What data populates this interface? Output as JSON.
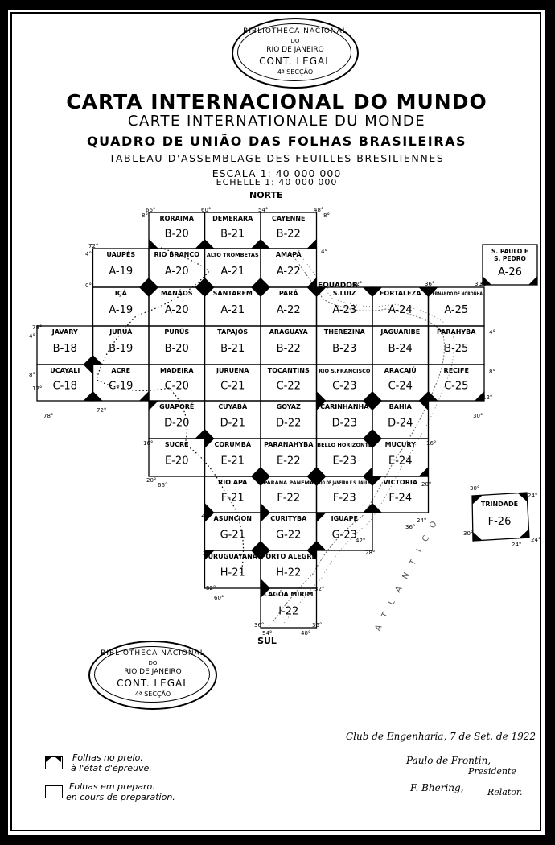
{
  "header": {
    "title_pt": "CARTA INTERNACIONAL DO MUNDO",
    "title_fr": "CARTE INTERNATIONALE DU MONDE",
    "subtitle_pt": "QUADRO DE UNIÃO DAS FOLHAS BRASILEIRAS",
    "subtitle_fr": "TABLEAU D'ASSEMBLAGE DES FEUILLES BRESILIENNES",
    "scale_pt": "ESCALA 1: 40 000 000",
    "scale_fr": "ECHELLE 1: 40 000 000"
  },
  "compass": {
    "north": "NORTE",
    "south": "SUL"
  },
  "stamps": {
    "top": {
      "line1": "BIBLIOTHECA NACIONAL",
      "line2": "DO",
      "line3": "RIO DE JANEIRO",
      "line4": "CONT. LEGAL",
      "line5": "4ª SECÇÃO"
    },
    "bottom": {
      "line1": "BIBLIOTHECA NACIONAL",
      "line2": "DO",
      "line3": "RIO DE JANEIRO",
      "line4": "CONT. LEGAL",
      "line5": "4ª SECÇÃO"
    }
  },
  "signature": {
    "place_date": "Club de Engenharia, 7 de Set. de 1922",
    "president_name": "Paulo de Frontin,",
    "president_role": "Presidente",
    "rapporteur_name": "F. Bhering,",
    "rapporteur_role": "Relator."
  },
  "legend": {
    "printing_pt": "Folhas no prelo.",
    "printing_fr": "à l'état d'épreuve.",
    "preparing_pt": "Folhas em preparo.",
    "preparing_fr": "en cours de preparation."
  },
  "map": {
    "equator_label": "EQUADOR",
    "ocean_label": "ATLANTICO",
    "sheets": [
      {
        "id": "roraima",
        "name": "RORAIMA",
        "code": "B-20",
        "col": 0,
        "row": 0,
        "corners": [
          "bl",
          "br"
        ]
      },
      {
        "id": "demerara",
        "name": "DEMERARA",
        "code": "B-21",
        "col": 1,
        "row": 0,
        "corners": [
          "bl",
          "br"
        ]
      },
      {
        "id": "cayenne",
        "name": "CAYENNE",
        "code": "B-22",
        "col": 2,
        "row": 0,
        "corners": [
          "bl",
          "br"
        ]
      },
      {
        "id": "uaupes",
        "name": "UAUPÉS",
        "code": "A-19",
        "col": -1,
        "row": 1,
        "corners": [
          "br"
        ]
      },
      {
        "id": "rio-branco",
        "name": "RIO BRANCO",
        "code": "A-20",
        "col": 0,
        "row": 1,
        "corners": [
          "bl",
          "br"
        ]
      },
      {
        "id": "alto-trombetas",
        "name": "ALTO TROMBETAS",
        "code": "A-21",
        "col": 1,
        "row": 1,
        "corners": [
          "bl",
          "br"
        ]
      },
      {
        "id": "amapa",
        "name": "AMAPÁ",
        "code": "A-22",
        "col": 2,
        "row": 1,
        "corners": [
          "bl",
          "br"
        ]
      },
      {
        "id": "ica",
        "name": "IÇÁ",
        "code": "A-19",
        "col": -1,
        "row": 2,
        "corners": [
          "tr"
        ]
      },
      {
        "id": "manaos",
        "name": "MANÁOS",
        "code": "A-20",
        "col": 0,
        "row": 2,
        "corners": [
          "tl",
          "tr"
        ]
      },
      {
        "id": "santarem",
        "name": "SANTAREM",
        "code": "A-21",
        "col": 1,
        "row": 2,
        "corners": [
          "tl",
          "tr"
        ]
      },
      {
        "id": "para",
        "name": "PARÁ",
        "code": "A-22",
        "col": 2,
        "row": 2,
        "corners": [
          "tl",
          "tr"
        ]
      },
      {
        "id": "s-luiz",
        "name": "S.LUIZ",
        "code": "A-23",
        "col": 3,
        "row": 2,
        "corners": [
          "tl",
          "tr"
        ]
      },
      {
        "id": "fortaleza",
        "name": "FORTALEZA",
        "code": "A-24",
        "col": 4,
        "row": 2,
        "corners": [
          "tl",
          "tr"
        ]
      },
      {
        "id": "fernando-de-noronha",
        "name": "FERNANDO DE NORONHA",
        "code": "A-25",
        "col": 5,
        "row": 2,
        "corners": [
          "tl"
        ]
      },
      {
        "id": "javary",
        "name": "JAVARY",
        "code": "B-18",
        "col": -2,
        "row": 3,
        "corners": [
          "br"
        ]
      },
      {
        "id": "jurua",
        "name": "JURUÁ",
        "code": "B-19",
        "col": -1,
        "row": 3,
        "corners": [
          "bl"
        ]
      },
      {
        "id": "purus",
        "name": "PURÚS",
        "code": "B-20",
        "col": 0,
        "row": 3,
        "corners": []
      },
      {
        "id": "tapajos",
        "name": "TAPAJÓS",
        "code": "B-21",
        "col": 1,
        "row": 3,
        "corners": []
      },
      {
        "id": "araguaya",
        "name": "ARAGUAYA",
        "code": "B-22",
        "col": 2,
        "row": 3,
        "corners": []
      },
      {
        "id": "therezina",
        "name": "THEREZINA",
        "code": "B-23",
        "col": 3,
        "row": 3,
        "corners": []
      },
      {
        "id": "jaguaribe",
        "name": "JAGUARIBE",
        "code": "B-24",
        "col": 4,
        "row": 3,
        "corners": []
      },
      {
        "id": "parahyba",
        "name": "PARAHYBA",
        "code": "B-25",
        "col": 5,
        "row": 3,
        "corners": []
      },
      {
        "id": "ucayali",
        "name": "UCAYALI",
        "code": "C-18",
        "col": -2,
        "row": 4,
        "corners": [
          "tr",
          "br"
        ]
      },
      {
        "id": "acre",
        "name": "ACRE",
        "code": "C-19",
        "col": -1,
        "row": 4,
        "corners": [
          "bl",
          "br"
        ]
      },
      {
        "id": "madeira",
        "name": "MADEIRA",
        "code": "C-20",
        "col": 0,
        "row": 4,
        "corners": []
      },
      {
        "id": "juruena",
        "name": "JURUENA",
        "code": "C-21",
        "col": 1,
        "row": 4,
        "corners": []
      },
      {
        "id": "tocantins",
        "name": "TOCANTINS",
        "code": "C-22",
        "col": 2,
        "row": 4,
        "corners": []
      },
      {
        "id": "rio-s-francisco",
        "name": "RIO S.FRANCISCO",
        "code": "C-23",
        "col": 3,
        "row": 4,
        "corners": [
          "bl",
          "br"
        ]
      },
      {
        "id": "aracaju",
        "name": "ARACAJÚ",
        "code": "C-24",
        "col": 4,
        "row": 4,
        "corners": [
          "bl",
          "br"
        ]
      },
      {
        "id": "recife",
        "name": "RECIFE",
        "code": "C-25",
        "col": 5,
        "row": 4,
        "corners": [
          "bl",
          "br"
        ]
      },
      {
        "id": "guapore",
        "name": "GUAPORÉ",
        "code": "D-20",
        "col": 0,
        "row": 5,
        "corners": [
          "tl",
          "br"
        ]
      },
      {
        "id": "cuyaba",
        "name": "CUYABÁ",
        "code": "D-21",
        "col": 1,
        "row": 5,
        "corners": [
          "bl"
        ]
      },
      {
        "id": "goyaz",
        "name": "GOYAZ",
        "code": "D-22",
        "col": 2,
        "row": 5,
        "corners": []
      },
      {
        "id": "carinhanha",
        "name": "CARINHANHA",
        "code": "D-23",
        "col": 3,
        "row": 5,
        "corners": [
          "tl",
          "tr",
          "br"
        ]
      },
      {
        "id": "bahia",
        "name": "BAHIA",
        "code": "D-24",
        "col": 4,
        "row": 5,
        "corners": [
          "tl",
          "tr",
          "bl"
        ]
      },
      {
        "id": "sucre",
        "name": "SUCRE",
        "code": "E-20",
        "col": 0,
        "row": 6,
        "corners": []
      },
      {
        "id": "corumba",
        "name": "CORUMBÁ",
        "code": "E-21",
        "col": 1,
        "row": 6,
        "corners": [
          "tl",
          "br"
        ]
      },
      {
        "id": "paranahyba",
        "name": "PARANAHYBA",
        "code": "E-22",
        "col": 2,
        "row": 6,
        "corners": [
          "bl",
          "br"
        ]
      },
      {
        "id": "bello-horizonte",
        "name": "BELLO HORIZONTE",
        "code": "E-23",
        "col": 3,
        "row": 6,
        "corners": [
          "tr",
          "bl",
          "br"
        ]
      },
      {
        "id": "mucury",
        "name": "MUCURY",
        "code": "E-24",
        "col": 4,
        "row": 6,
        "corners": [
          "tl",
          "br"
        ]
      },
      {
        "id": "rio-apa",
        "name": "RIO APA",
        "code": "F-21",
        "col": 1,
        "row": 7,
        "corners": [
          "tr",
          "bl"
        ]
      },
      {
        "id": "parana-panema",
        "name": "PARANÁ PANEMA",
        "code": "F-22",
        "col": 2,
        "row": 7,
        "corners": [
          "tl",
          "tr",
          "bl"
        ]
      },
      {
        "id": "rio-de-janeiro-s-paulo",
        "name": "RIO DE JANEIRO E S. PAULO",
        "code": "F-23",
        "col": 3,
        "row": 7,
        "corners": [
          "tl",
          "tr",
          "br"
        ]
      },
      {
        "id": "victoria",
        "name": "VICTORIA",
        "code": "F-24",
        "col": 4,
        "row": 7,
        "corners": [
          "tl",
          "bl"
        ]
      },
      {
        "id": "asuncion",
        "name": "ASUNCION",
        "code": "G-21",
        "col": 1,
        "row": 8,
        "corners": [
          "tl",
          "br"
        ]
      },
      {
        "id": "curityba",
        "name": "CURITYBA",
        "code": "G-22",
        "col": 2,
        "row": 8,
        "corners": [
          "tl",
          "bl",
          "br"
        ]
      },
      {
        "id": "iguape",
        "name": "IGUAPE",
        "code": "G-23",
        "col": 3,
        "row": 8,
        "corners": [
          "tl",
          "bl"
        ]
      },
      {
        "id": "uruguayana",
        "name": "URUGUAYANA",
        "code": "H-21",
        "col": 1,
        "row": 9,
        "corners": [
          "tl",
          "tr"
        ]
      },
      {
        "id": "porto-alegre",
        "name": "PORTO ALEGRE",
        "code": "H-22",
        "col": 2,
        "row": 9,
        "corners": [
          "tl",
          "tr",
          "bl"
        ]
      },
      {
        "id": "lagoa-mirim",
        "name": "LAGÔA MIRIM",
        "code": "I-22",
        "col": 2,
        "row": 10,
        "corners": [
          "tl"
        ]
      }
    ],
    "islands": [
      {
        "id": "s-paulo-e-s-pedro",
        "name": "S. PAULO E S. PEDRO",
        "code": "A-26"
      },
      {
        "id": "trindade",
        "name": "TRINDADE",
        "code": "F-26"
      }
    ],
    "degree_labels": [
      {
        "text": "66°",
        "where": "top-left-roraima"
      },
      {
        "text": "60°",
        "where": "top-demerara"
      },
      {
        "text": "54°",
        "where": "top-cayenne"
      },
      {
        "text": "48°",
        "where": "top-right-cayenne"
      },
      {
        "text": "8°",
        "where": "left-roraima"
      },
      {
        "text": "8°",
        "where": "right-cayenne"
      },
      {
        "text": "72°",
        "where": "top-uaupes"
      },
      {
        "text": "4°",
        "where": "left-uaupes"
      },
      {
        "text": "4°",
        "where": "right-amapa"
      },
      {
        "text": "0°",
        "where": "left-ica"
      },
      {
        "text": "42°",
        "where": "equator-42"
      },
      {
        "text": "36°",
        "where": "equator-36"
      },
      {
        "text": "30°",
        "where": "equator-30"
      },
      {
        "text": "78°",
        "where": "top-javary"
      },
      {
        "text": "4°",
        "where": "left-javary"
      },
      {
        "text": "4°",
        "where": "right-parahyba"
      },
      {
        "text": "8°",
        "where": "left-ucayali"
      },
      {
        "text": "8°",
        "where": "right-recife"
      },
      {
        "text": "12°",
        "where": "bottom-left-ucayali"
      },
      {
        "text": "78°",
        "where": "bottom-ucayali"
      },
      {
        "text": "72°",
        "where": "bottom-acre"
      },
      {
        "text": "12°",
        "where": "bottom-right-recife"
      },
      {
        "text": "30°",
        "where": "bottom-recife"
      },
      {
        "text": "16°",
        "where": "left-sucre"
      },
      {
        "text": "16°",
        "where": "right-mucury"
      },
      {
        "text": "20°",
        "where": "bottom-left-sucre"
      },
      {
        "text": "66°",
        "where": "bottom-sucre"
      },
      {
        "text": "20°",
        "where": "right-victoria"
      },
      {
        "text": "24°",
        "where": "left-asuncion"
      },
      {
        "text": "24°",
        "where": "right-victoria-bottom"
      },
      {
        "text": "36°",
        "where": "bottom-victoria"
      },
      {
        "text": "42°",
        "where": "bottom-rio-de-janeiro"
      },
      {
        "text": "28°",
        "where": "left-uruguayana"
      },
      {
        "text": "28°",
        "where": "right-iguape"
      },
      {
        "text": "32°",
        "where": "left-bottom-uruguayana"
      },
      {
        "text": "60°",
        "where": "bottom-uruguayana"
      },
      {
        "text": "32°",
        "where": "right-porto-alegre"
      },
      {
        "text": "36°",
        "where": "left-lagoa-mirim"
      },
      {
        "text": "36°",
        "where": "right-lagoa-mirim"
      },
      {
        "text": "54°",
        "where": "bottom-left-lagoa"
      },
      {
        "text": "48°",
        "where": "bottom-right-lagoa"
      },
      {
        "text": "30°",
        "where": "right-sao-pedro"
      },
      {
        "text": "30°",
        "where": "left-top-trindade"
      },
      {
        "text": "24°",
        "where": "right-top-trindade"
      },
      {
        "text": "30°",
        "where": "left-bottom-trindade"
      },
      {
        "text": "24°",
        "where": "right-bottom-trindade"
      },
      {
        "text": "24°",
        "where": "bottom-trindade"
      }
    ]
  }
}
